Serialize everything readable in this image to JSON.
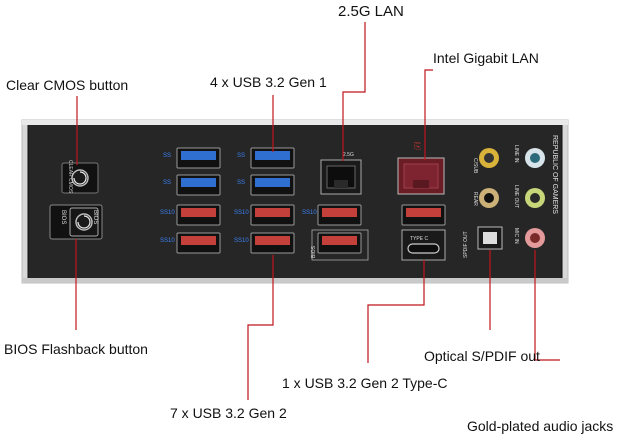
{
  "labels": {
    "lan_25g": "2.5G LAN",
    "intel_lan": "Intel Gigabit LAN",
    "clear_cmos": "Clear CMOS button",
    "usb_32_gen1": "4 x USB 3.2 Gen 1",
    "bios_flashback": "BIOS Flashback  button",
    "optical_spdif": "Optical S/PDIF out",
    "usb_typec": "1 x USB 3.2 Gen 2 Type-C",
    "usb_32_gen2": "7 x USB 3.2 Gen 2",
    "gold_audio": "Gold-plated audio jacks"
  },
  "panel": {
    "clear_label": "CLEAR CMOS",
    "bios_left": "BIOS",
    "bios_right": "BIOS",
    "lan_tag": "2.5G",
    "typec_tag": "TYPE C",
    "bios_tag": "BIOS",
    "spdif_tag": "SPDIF OUT",
    "csub_tag": "C/SUB",
    "rear_tag": "REAR",
    "line_in": "LINE IN",
    "line_out": "LINE OUT",
    "mic_in": "MIC IN",
    "rog": "REPUBLIC OF GAMERS",
    "ss_gen1": "SS",
    "ss_gen2": "SS10"
  },
  "colors": {
    "leader": "#c0161c",
    "panel_bg": "#262626",
    "bracket": "#cfcfcf",
    "usb_gen1": "#2f6fd0",
    "usb_gen2": "#c3413a",
    "audio_gold": "#d9b23a"
  }
}
